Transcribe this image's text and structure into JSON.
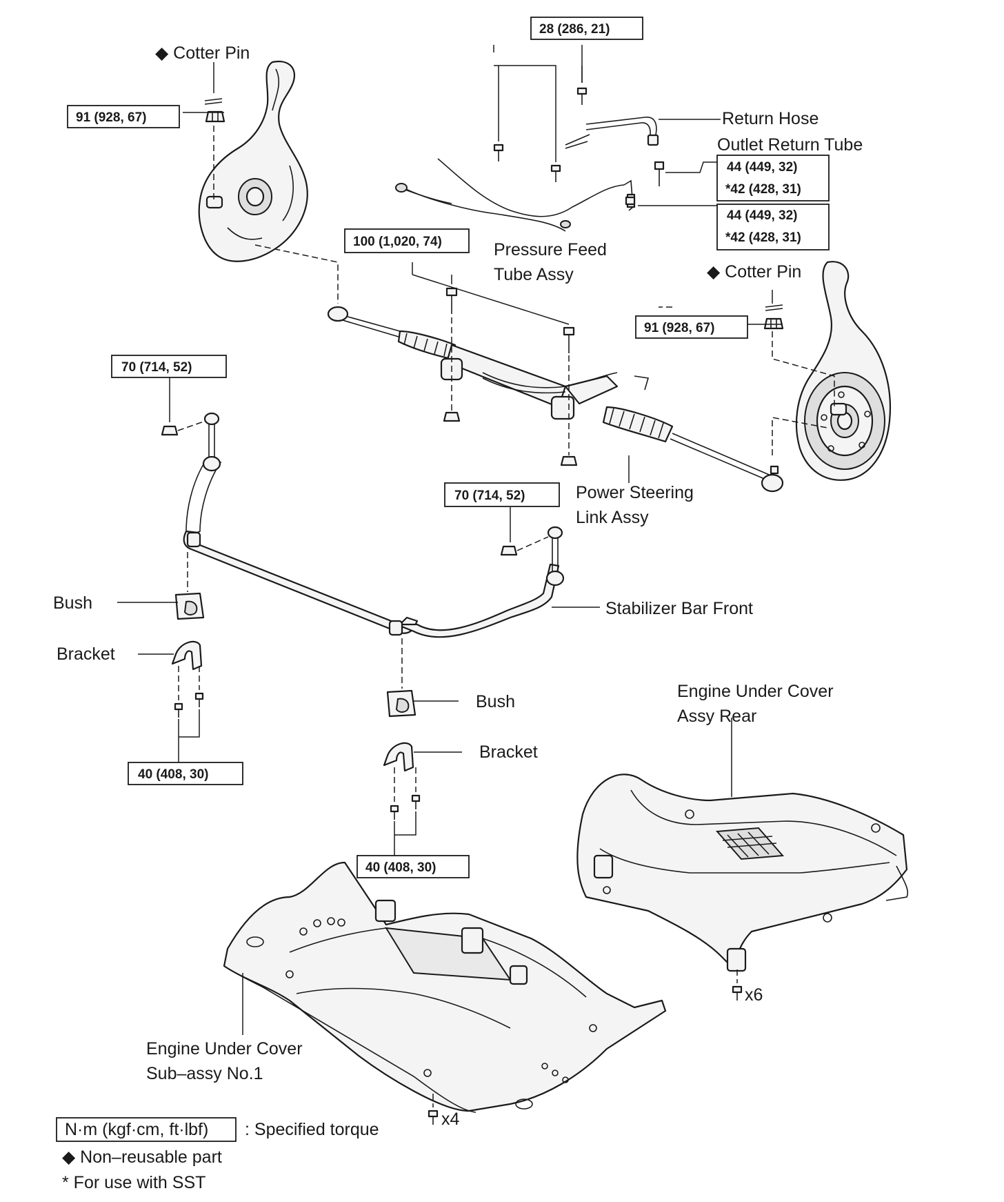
{
  "labels": {
    "cotter_pin_left": "◆ Cotter Pin",
    "cotter_pin_right": "◆ Cotter Pin",
    "return_hose": "Return Hose",
    "outlet_return_tube": "Outlet Return Tube",
    "pressure_feed_1": "Pressure Feed",
    "pressure_feed_2": "Tube Assy",
    "power_steering_1": "Power Steering",
    "power_steering_2": "Link Assy",
    "stabilizer_bar": "Stabilizer Bar Front",
    "bush_left": "Bush",
    "bracket_left": "Bracket",
    "bush_center": "Bush",
    "bracket_center": "Bracket",
    "under_cover_rear_1": "Engine Under Cover",
    "under_cover_rear_2": "Assy Rear",
    "under_cover_no1_1": "Engine Under Cover",
    "under_cover_no1_2": "Sub–assy No.1",
    "qty_rear": "x6",
    "qty_no1": "x4"
  },
  "torques": {
    "t_top": "28 (286, 21)",
    "t_knuckle_left": "91 (928, 67)",
    "t_outlet_1a": "44 (449, 32)",
    "t_outlet_1b": "*42 (428, 31)",
    "t_outlet_2a": "44 (449, 32)",
    "t_outlet_2b": "*42 (428, 31)",
    "t_rack": "100 (1,020, 74)",
    "t_knuckle_right": "91 (928, 67)",
    "t_link_left": "70 (714, 52)",
    "t_link_right": "70 (714, 52)",
    "t_bracket_left": "40 (408, 30)",
    "t_bracket_center": "40 (408, 30)"
  },
  "legend": {
    "unit_box": "N·m (kgf·cm, ft·lbf)",
    "unit_desc": ": Specified torque",
    "nonreusable": "◆ Non–reusable part",
    "sst": "* For use with SST"
  }
}
